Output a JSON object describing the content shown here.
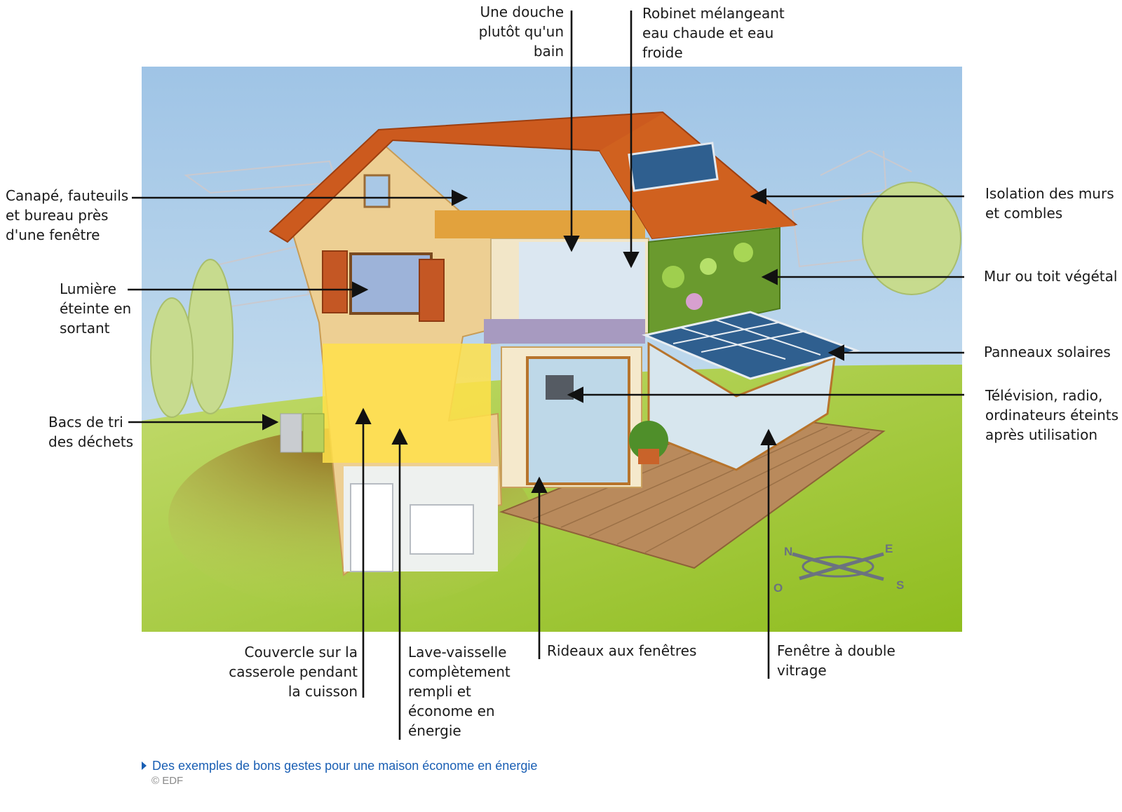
{
  "labels": {
    "douche": "Une douche\nplutôt qu'un\nbain",
    "robinet": "Robinet mélangeant\neau chaude et eau\nfroide",
    "canape": "Canapé, fauteuils\net bureau près\nd'une fenêtre",
    "isolation": "Isolation des murs\net combles",
    "mur_vegetal": "Mur ou toit végétal",
    "lumiere": "Lumière\néteinte en\nsortant",
    "panneaux": "Panneaux solaires",
    "television": "Télévision, radio,\nordinateurs éteints\naprès utilisation",
    "bacs": "Bacs de tri\ndes déchets",
    "couvercle": "Couvercle sur la\ncasserole pendant\nla cuisson",
    "lave_vaisselle": "Lave-vaisselle\ncomplètement\nrempli et\néconome en\nénergie",
    "rideaux": "Rideaux aux fenêtres",
    "fenetre": "Fenêtre à double\nvitrage"
  },
  "compass": {
    "n": "N",
    "e": "E",
    "s": "S",
    "o": "O"
  },
  "caption": "Des exemples de bons gestes pour une maison économe en énergie",
  "copyright": "© EDF",
  "colors": {
    "sky": "#a7cbe8",
    "grass": "#9cc63e",
    "roof": "#cc5a1e",
    "wall": "#edcf93",
    "solar": "#2f5f8f",
    "deck": "#b98a5c",
    "caption": "#1a5fb4"
  }
}
